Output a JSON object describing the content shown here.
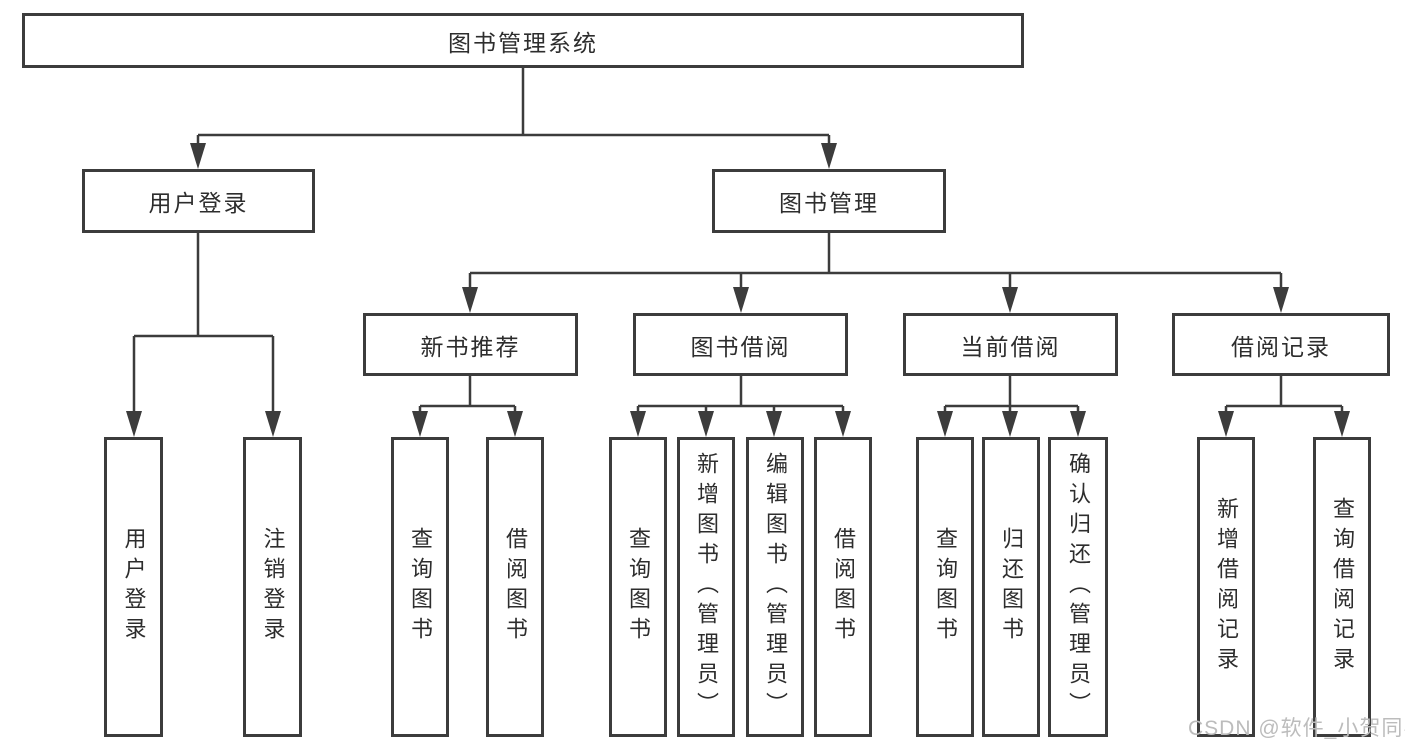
{
  "tree": {
    "root": "图书管理系统",
    "level2": [
      "用户登录",
      "图书管理"
    ],
    "level3": [
      "新书推荐",
      "图书借阅",
      "当前借阅",
      "借阅记录"
    ],
    "leaves": {
      "user_login": [
        "用户登录",
        "注销登录"
      ],
      "new_book": [
        "查询图书",
        "借阅图书"
      ],
      "book_borrow": [
        "查询图书",
        "新增图书（管理员）",
        "编辑图书（管理员）",
        "借阅图书"
      ],
      "current_borrow": [
        "查询图书",
        "归还图书",
        "确认归还（管理员）"
      ],
      "borrow_records": [
        "新增借阅记录",
        "查询借阅记录"
      ]
    }
  },
  "watermark": {
    "text": "CSDN @软件_小贺同学"
  },
  "colors": {
    "line": "#3c3c3c",
    "box_border": "#3c3c3c",
    "text": "#2d2d2d",
    "watermark": "#bcbcbc",
    "background": "#ffffff"
  }
}
